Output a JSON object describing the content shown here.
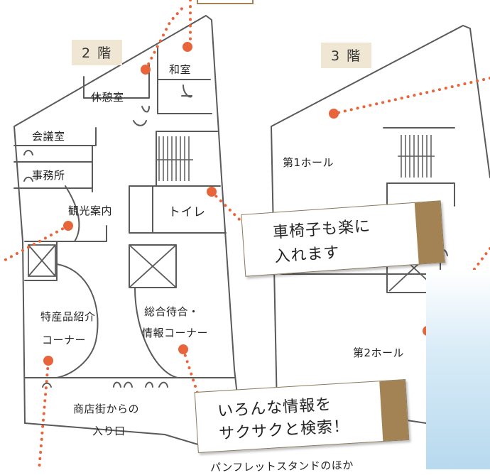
{
  "floors": [
    {
      "label": "2 階"
    },
    {
      "label": "3 階"
    }
  ],
  "rooms_2f": {
    "washitsu": "和室",
    "kyukeishitsu": "休憩室",
    "kaigishitsu": "会議室",
    "jimushitsu": "事務所",
    "kanko": "観光案内",
    "toilet": "トイレ",
    "tokusan_1": "特産品紹介",
    "tokusan_2": "コーナー",
    "sogo_1": "総合待合・",
    "sogo_2": "情報コーナー",
    "entrance_1": "商店街からの",
    "entrance_2": "入り口"
  },
  "rooms_3f": {
    "hall1": "第1ホール",
    "hall2": "第2ホール"
  },
  "callouts": [
    {
      "line1": "車椅子も楽に",
      "line2": "入れます"
    },
    {
      "line1": "いろんな情報を",
      "line2": "サクサクと検索！"
    }
  ],
  "footer_text": "パンフレットスタンドのほか",
  "colors": {
    "wall": "#5a5a5a",
    "dot": "#e8643a",
    "tag_bg": "#efe6d4",
    "callout_tab": "#a38253"
  }
}
